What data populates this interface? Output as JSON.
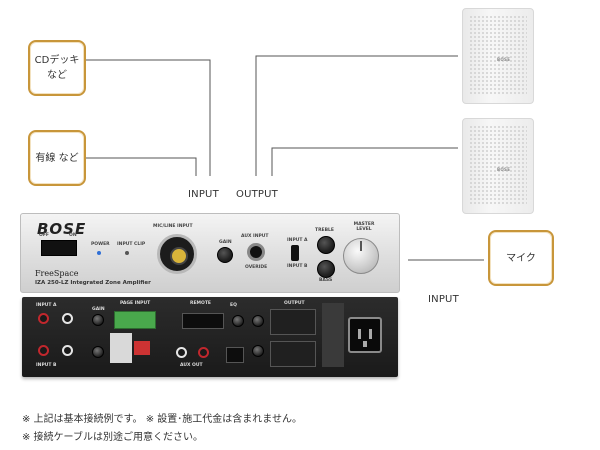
{
  "sources": {
    "cd": {
      "line1": "CDデッキ",
      "line2": "など"
    },
    "cable": {
      "label": "有線 など"
    },
    "mic": {
      "label": "マイク"
    }
  },
  "connectors": {
    "input_top": "INPUT",
    "output": "OUTPUT",
    "input_right": "INPUT"
  },
  "device_front": {
    "brand": "BOSE",
    "model_name": "FreeSpace",
    "model_desc": "IZA 250-LZ Integrated Zone Amplifier",
    "off": "OFF",
    "on": "ON",
    "power": "POWER",
    "input_clip": "INPUT CLIP",
    "mic_line_input": "MIC/LINE INPUT",
    "gain": "GAIN",
    "aux_input": "AUX INPUT",
    "overide": "OVERIDE",
    "input_a": "INPUT A",
    "input_b": "INPUT B",
    "treble": "TREBLE",
    "bass": "BASS",
    "master_level": "MASTER LEVEL"
  },
  "device_back": {
    "input_a": "INPUT A",
    "input_b": "INPUT B",
    "gain": "GAIN",
    "page_input": "PAGE INPUT",
    "remote": "REMOTE",
    "eq": "EQ",
    "aux_out": "AUX OUT",
    "output": "OUTPUT"
  },
  "notes": {
    "line1": "※ 上記は基本接続例です。 ※ 設置･施工代金は含まれません。",
    "line2": "※ 接続ケーブルは別途ご用意ください。"
  },
  "colors": {
    "box_border": "#c8963a",
    "jack_red": "#c1272d",
    "term_green": "#49a84c"
  }
}
